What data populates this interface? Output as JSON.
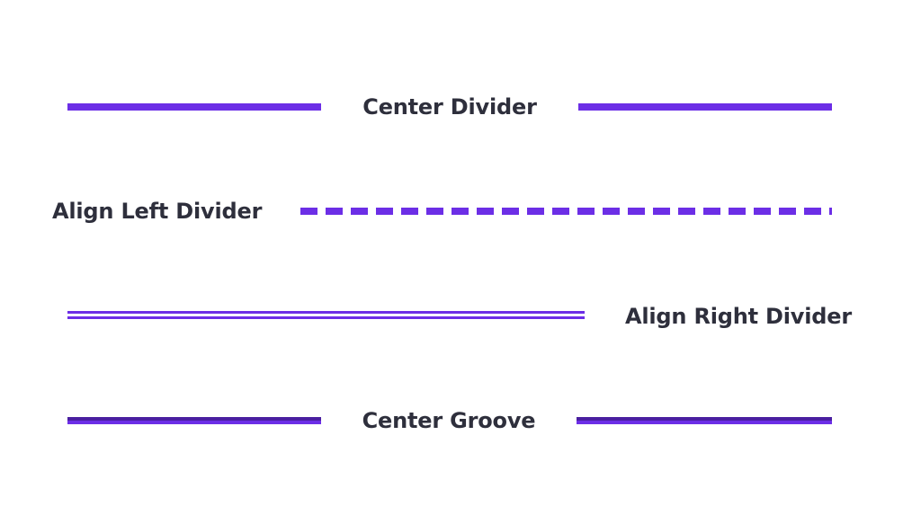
{
  "colors": {
    "accent": "#6c2ee6",
    "accent_dark": "#4a1fa0",
    "text": "#2e2f3c",
    "background": "#ffffff"
  },
  "dividers": [
    {
      "label": "Center Divider",
      "style": "solid",
      "alignment": "center"
    },
    {
      "label": "Align Left Divider",
      "style": "dashed",
      "alignment": "left"
    },
    {
      "label": "Align Right Divider",
      "style": "double",
      "alignment": "right"
    },
    {
      "label": "Center Groove",
      "style": "groove",
      "alignment": "center"
    }
  ]
}
